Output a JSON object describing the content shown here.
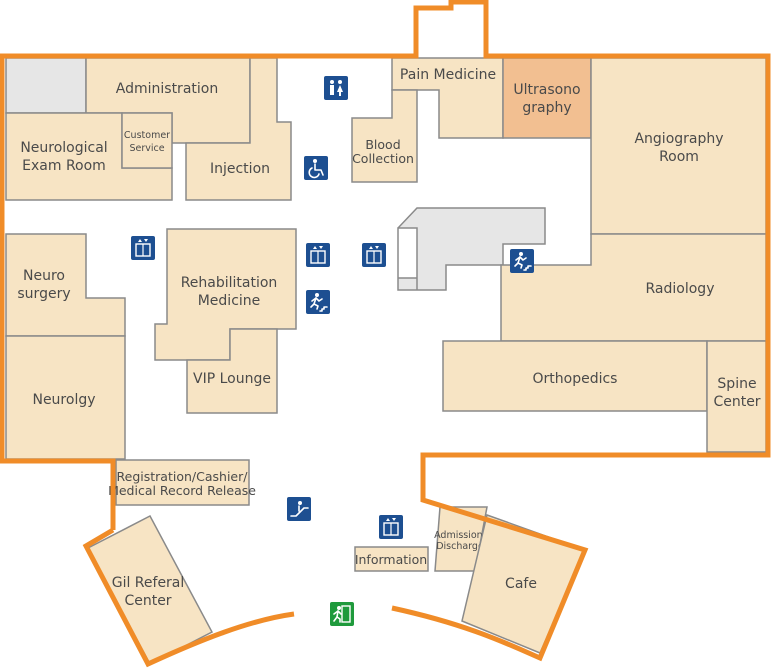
{
  "map": {
    "rooms": {
      "administration": "Administration",
      "pain_medicine": "Pain Medicine",
      "ultrasonography": [
        "Ultrasono",
        "graphy"
      ],
      "neurological_exam": [
        "Neurological",
        "Exam Room"
      ],
      "customer_service": [
        "Customer",
        "Service"
      ],
      "injection": "Injection",
      "blood_collection": [
        "Blood",
        "Collection"
      ],
      "angiography": [
        "Angiography",
        "Room"
      ],
      "neurosurgery": [
        "Neuro",
        "surgery"
      ],
      "rehabilitation": [
        "Rehabilitation",
        "Medicine"
      ],
      "radiology": "Radiology",
      "vip_lounge": "VIP Lounge",
      "orthopedics": "Orthopedics",
      "spine_center": [
        "Spine",
        "Center"
      ],
      "neurology": "Neurolgy",
      "registration": [
        "Registration/Cashier/",
        "Medical Record Release"
      ],
      "admission": [
        "Admission/",
        "Discharge"
      ],
      "information": "Information",
      "cafe": "Cafe",
      "gil_referral": [
        "Gil Referal",
        "Center"
      ]
    },
    "colors": {
      "wall": "#f08c28",
      "room": "#f7e4c4",
      "highlight": "#f2bf91",
      "service": "#e6e6e6",
      "icon": "#1d4f91",
      "exit": "#1f9a3c"
    },
    "icons": [
      "restroom-icon",
      "wheelchair-icon",
      "elevator-icon",
      "emergency-stairs-icon",
      "escalator-icon",
      "emergency-exit-icon"
    ]
  }
}
